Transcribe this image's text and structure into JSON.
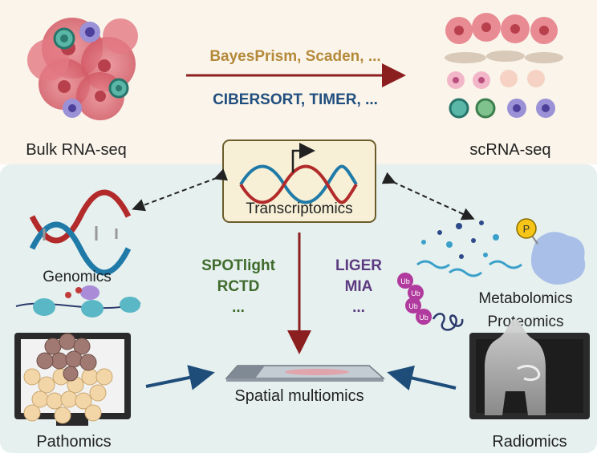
{
  "top": {
    "bulk_label": "Bulk RNA-seq",
    "sc_label": "scRNA-seq",
    "methods_line1": "BayesPrism, Scaden, ...",
    "methods_line2": "CIBERSORT, TIMER, ..."
  },
  "center": {
    "transcriptomics_label": "Transcriptomics"
  },
  "omics": {
    "genomics_label": "Genomics",
    "metabolomics_label": "Metabolomics",
    "proteomics_label": "Proteomics",
    "pathomics_label": "Pathomics",
    "radiomics_label": "Radiomics",
    "spatial_label": "Spatial multiomics",
    "p_badge": "P",
    "ub_badge": "Ub"
  },
  "methods_mid": {
    "left_line1": "SPOTlight",
    "left_line2": "RCTD",
    "left_line3": "...",
    "right_line1": "LIGER",
    "right_line2": "MIA",
    "right_line3": "..."
  },
  "colors": {
    "top_bg": "#faf4ea",
    "bottom_bg": "#e6f0ef",
    "method_gold": "#b48a3a",
    "method_blue": "#1f4e7e",
    "method_green": "#3f6b2c",
    "method_purple": "#5c3b80",
    "arrow_red": "#8b1f1f",
    "arrow_blue": "#1e4d7a",
    "box_fill": "#f7f0d6",
    "box_stroke": "#6b5d2a"
  }
}
